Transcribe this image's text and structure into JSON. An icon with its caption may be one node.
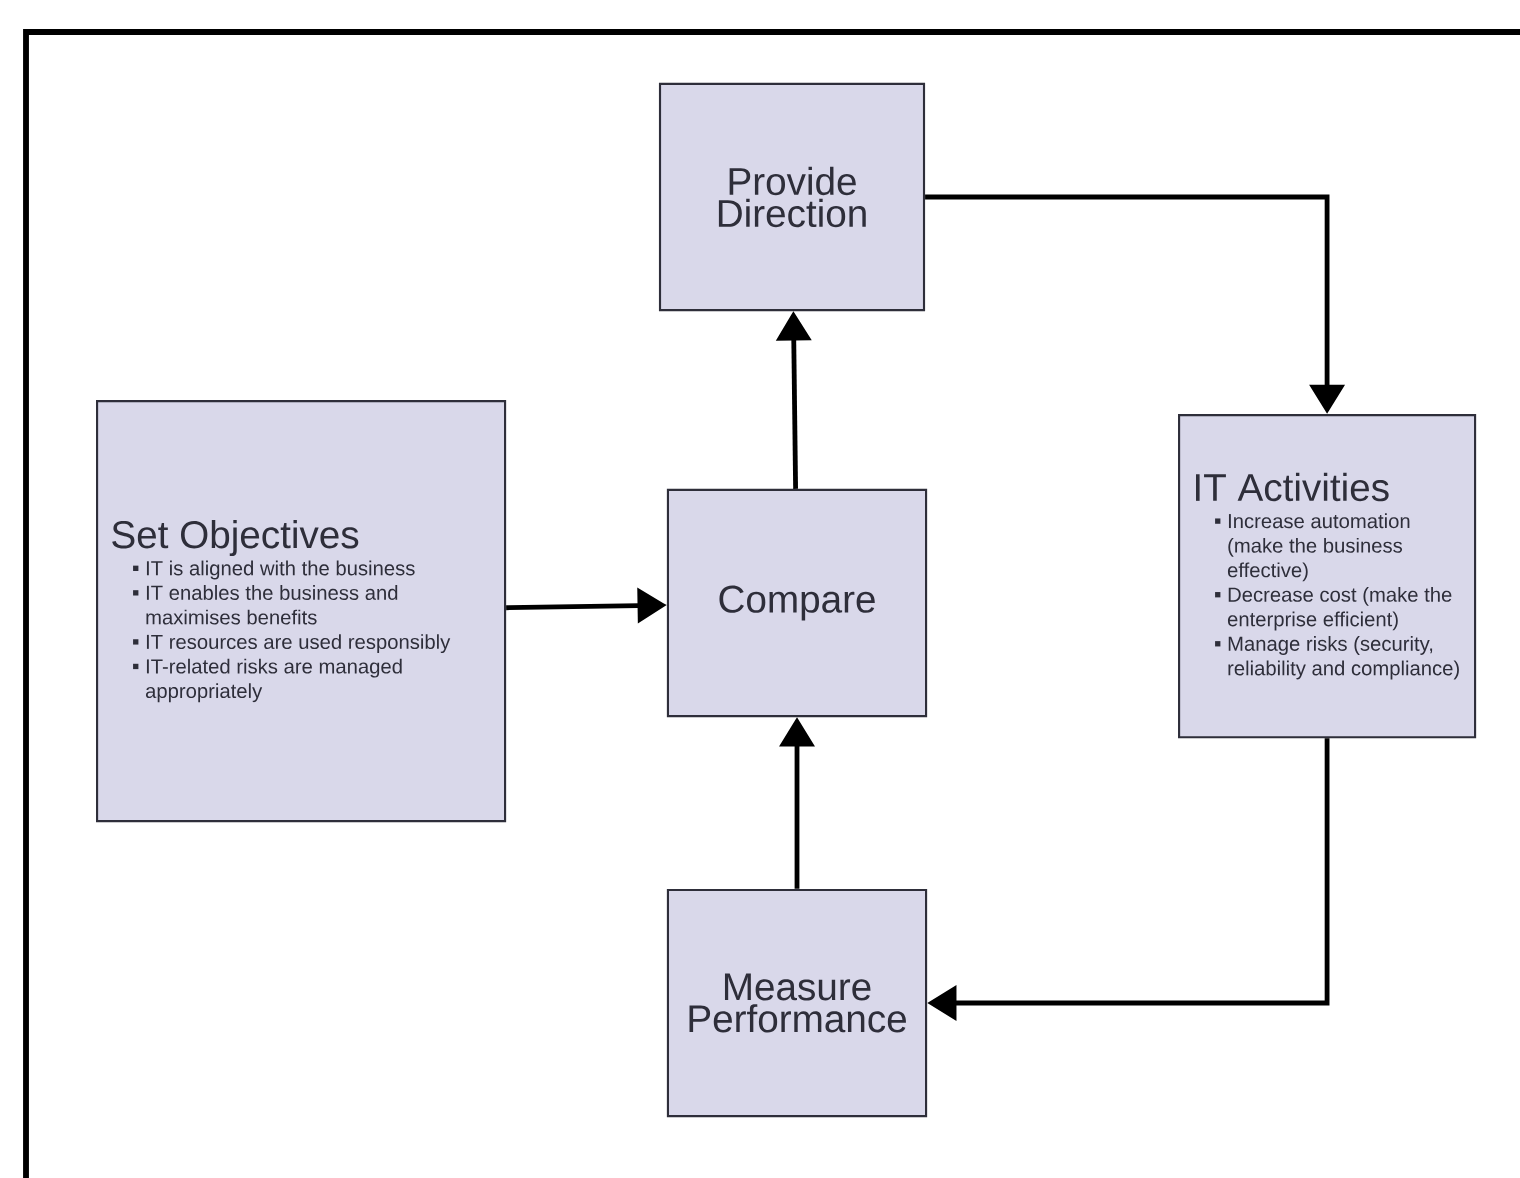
{
  "diagram": {
    "nodes": [
      {
        "text": [
          "Provide Direction"
        ]
      },
      {
        "text": [
          "Set Objectives",
          "IT is aligned with the business",
          "IT enables the business and maximises benefits",
          "IT resources are used responsibly",
          "IT-related risks are managed appropriately"
        ]
      },
      {
        "text": [
          "Compare"
        ]
      },
      {
        "text": [
          "IT Activities",
          "Increase automation (make the business effective)",
          "Decrease cost (make the enterprise efficient)",
          "Manage risks (security, reliability and compliance)"
        ]
      },
      {
        "text": [
          "Measure Performance"
        ]
      }
    ],
    "edges": [
      {
        "from": 2,
        "to": 0,
        "arrow": "to"
      },
      {
        "from": 0,
        "to": 3,
        "arrow": "to"
      },
      {
        "from": 1,
        "to": 2,
        "arrow": "to"
      },
      {
        "from": 3,
        "to": 4,
        "arrow": "to"
      },
      {
        "from": 4,
        "to": 2,
        "arrow": "to"
      }
    ]
  }
}
